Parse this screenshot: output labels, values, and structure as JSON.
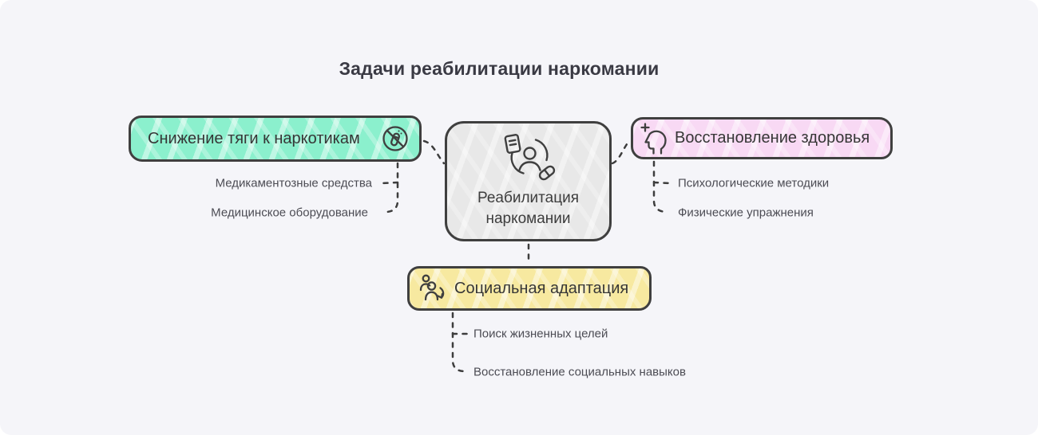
{
  "title": "Задачи реабилитации наркомании",
  "center": {
    "label": "Реабилитация наркомании",
    "icon": "rehab-person-pill-icon",
    "color": "#e8e8e8"
  },
  "branches": [
    {
      "label": "Снижение тяги к наркотикам",
      "icon": "no-drugs-icon",
      "color": "#8bf0cd",
      "children": [
        "Медикаментозные средства",
        "Медицинское оборудование"
      ]
    },
    {
      "label": "Восстановление здоровья",
      "icon": "head-plus-icon",
      "color": "#f8d9f4",
      "children": [
        "Психологические методики",
        "Физические упражнения"
      ]
    },
    {
      "label": "Социальная адаптация",
      "icon": "people-arrow-icon",
      "color": "#f7e9a0",
      "children": [
        "Поиск жизненных целей",
        "Восстановление социальных навыков"
      ]
    }
  ],
  "colors": {
    "background": "#f5f5f9",
    "node_border": "#3f3f3f",
    "connector": "#3d3d3d",
    "title_text": "#3a3a44",
    "node_text": "#363636",
    "child_text": "#4c4c54"
  }
}
